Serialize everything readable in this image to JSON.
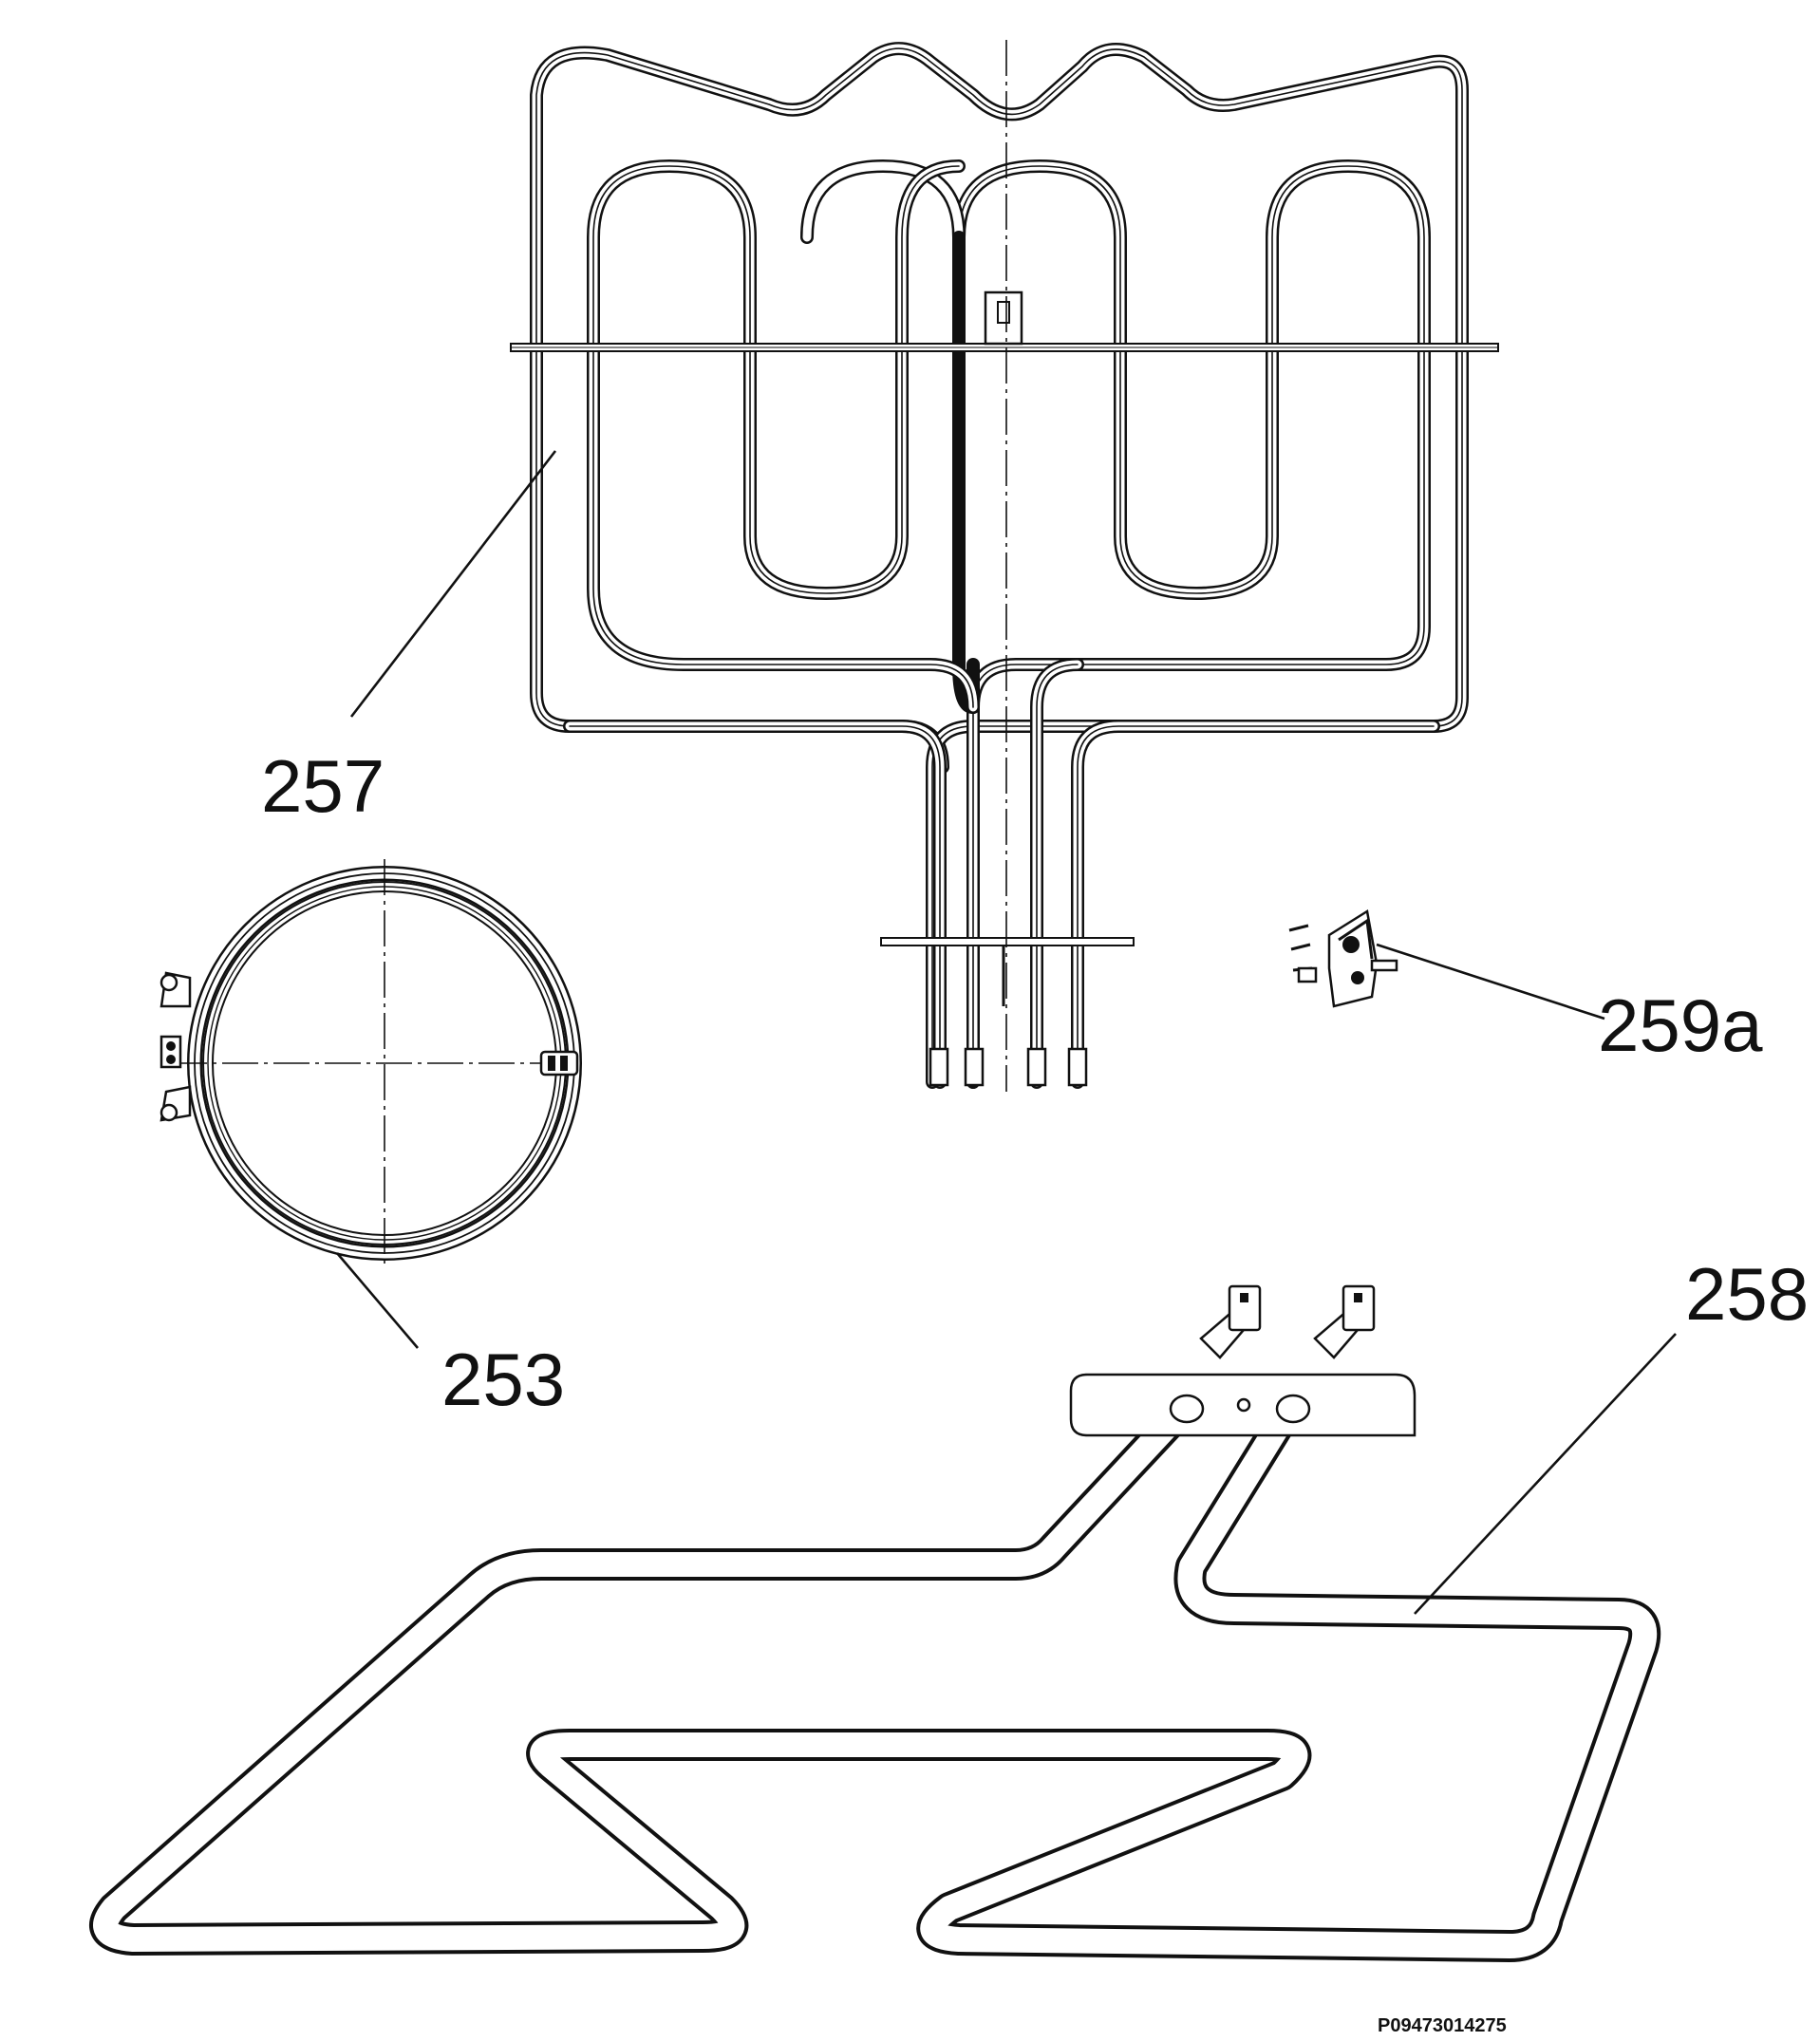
{
  "diagram": {
    "callouts": {
      "c257": "257",
      "c259a": "259a",
      "c253": "253",
      "c258": "258"
    },
    "drawing_code": "P09473014275"
  }
}
